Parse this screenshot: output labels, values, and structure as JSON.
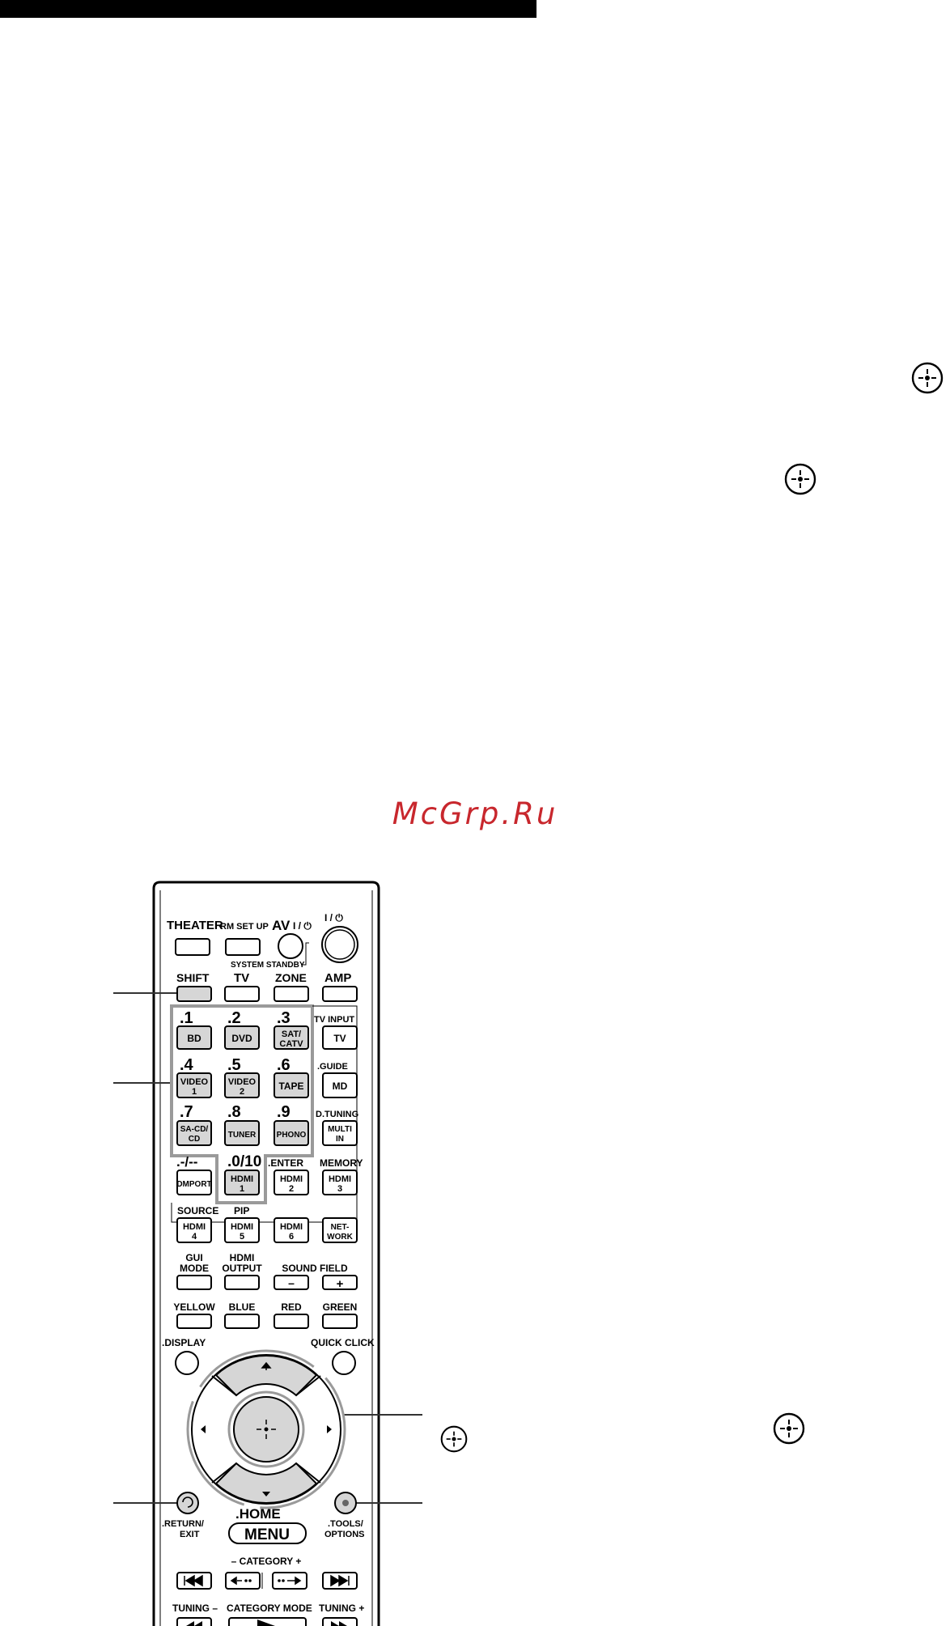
{
  "watermark": "McGrp.Ru",
  "icons": {
    "enter": "enter-crosshair-icon"
  },
  "remote": {
    "top_row": {
      "theater": "THEATER",
      "rm_setup": "RM SET UP",
      "av": "AV",
      "power_sym": "I / ⏻",
      "system_standby": "SYSTEM STANDBY"
    },
    "input_row": {
      "shift": "SHIFT",
      "tv": "TV",
      "zone": "ZONE",
      "amp": "AMP"
    },
    "numbers": {
      "n1": ".1",
      "n2": ".2",
      "n3": ".3",
      "n4": ".4",
      "n5": ".5",
      "n6": ".6",
      "n7": ".7",
      "n8": ".8",
      "n9": ".9",
      "n_dash": ".-/--",
      "n0": ".0/10"
    },
    "inputs": {
      "bd": "BD",
      "dvd": "DVD",
      "sat_1": "SAT/",
      "sat_2": "CATV",
      "tv_input_lbl": "TV INPUT",
      "tv": "TV",
      "video1_1": "VIDEO",
      "video1_2": "1",
      "video2_1": "VIDEO",
      "video2_2": "2",
      "tape": "TAPE",
      "guide_lbl": ".GUIDE",
      "md": "MD",
      "sacd_1": "SA-CD/",
      "sacd_2": "CD",
      "tuner": "TUNER",
      "phono": "PHONO",
      "dtuning_lbl": "D.TUNING",
      "multi_1": "MULTI",
      "multi_2": "IN",
      "dmport": "DMPORT",
      "hdmi1_1": "HDMI",
      "hdmi1_2": "1",
      "enter_lbl": ".ENTER",
      "hdmi2_1": "HDMI",
      "hdmi2_2": "2",
      "memory_lbl": "MEMORY",
      "hdmi3_1": "HDMI",
      "hdmi3_2": "3",
      "source_lbl": "SOURCE",
      "pip_lbl": "PIP",
      "hdmi4_1": "HDMI",
      "hdmi4_2": "4",
      "hdmi5_1": "HDMI",
      "hdmi5_2": "5",
      "hdmi6_1": "HDMI",
      "hdmi6_2": "6",
      "network_1": "NET-",
      "network_2": "WORK"
    },
    "mode_row": {
      "gui_1": "GUI",
      "gui_2": "MODE",
      "hdmi_out_1": "HDMI",
      "hdmi_out_2": "OUTPUT",
      "sound_field": "SOUND FIELD",
      "minus": "–",
      "plus": "+"
    },
    "color_row": {
      "yellow": "YELLOW",
      "blue": "BLUE",
      "red": "RED",
      "green": "GREEN"
    },
    "nav": {
      "display": ".DISPLAY",
      "quick_click": "QUICK CLICK",
      "return_1": ".RETURN/",
      "return_2": "EXIT",
      "tools_1": ".TOOLS/",
      "tools_2": "OPTIONS",
      "home": ".HOME",
      "menu": "MENU"
    },
    "transport": {
      "category": "– CATEGORY +",
      "tuning_minus": "TUNING –",
      "category_mode": "CATEGORY MODE",
      "tuning_plus": "TUNING +"
    }
  }
}
